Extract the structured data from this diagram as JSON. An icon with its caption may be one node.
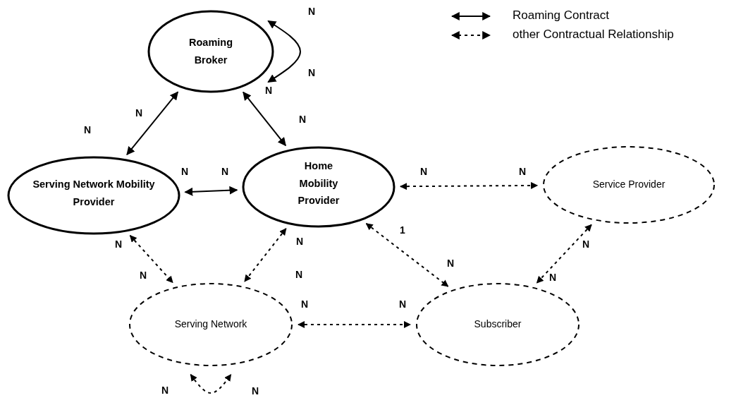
{
  "diagram": {
    "nodes": [
      {
        "text": [
          "Roaming Broker"
        ]
      },
      {
        "text": [
          "Serving Network Mobility Provider"
        ]
      },
      {
        "text": [
          "Home Mobility Provider"
        ]
      },
      {
        "text": [
          "Service Provider"
        ]
      },
      {
        "text": [
          "Serving Network"
        ]
      },
      {
        "text": [
          "Subscriber"
        ]
      }
    ],
    "edges": [
      {
        "from": 1,
        "to": 0,
        "arrow": "both"
      },
      {
        "from": 0,
        "to": 2,
        "arrow": "both"
      },
      {
        "from": 1,
        "to": 2,
        "arrow": "both"
      },
      {
        "from": 2,
        "to": 3,
        "arrow": "both",
        "style": "dashed"
      },
      {
        "from": 1,
        "to": 4,
        "arrow": "both",
        "style": "dashed"
      },
      {
        "from": 2,
        "to": 4,
        "arrow": "both",
        "style": "dashed"
      },
      {
        "from": 2,
        "to": 5,
        "arrow": "both",
        "style": "dashed"
      },
      {
        "from": 3,
        "to": 5,
        "arrow": "both",
        "style": "dashed"
      },
      {
        "from": 4,
        "to": 5,
        "arrow": "both",
        "style": "dashed"
      },
      {
        "from": 0,
        "to": 0,
        "arrow": "both"
      },
      {
        "from": 4,
        "to": 4,
        "arrow": "both",
        "style": "dashed"
      }
    ],
    "labels": [
      "N",
      "N",
      "N",
      "N",
      "N",
      "N",
      "N",
      "N",
      "N",
      "N",
      "N",
      "N",
      "1",
      "N",
      "N",
      "N",
      "N",
      "N",
      "N",
      "N",
      "N",
      "N"
    ],
    "legend": [
      {
        "text": "Roaming Contract"
      },
      {
        "text": "other Contractual Relationship"
      }
    ]
  }
}
